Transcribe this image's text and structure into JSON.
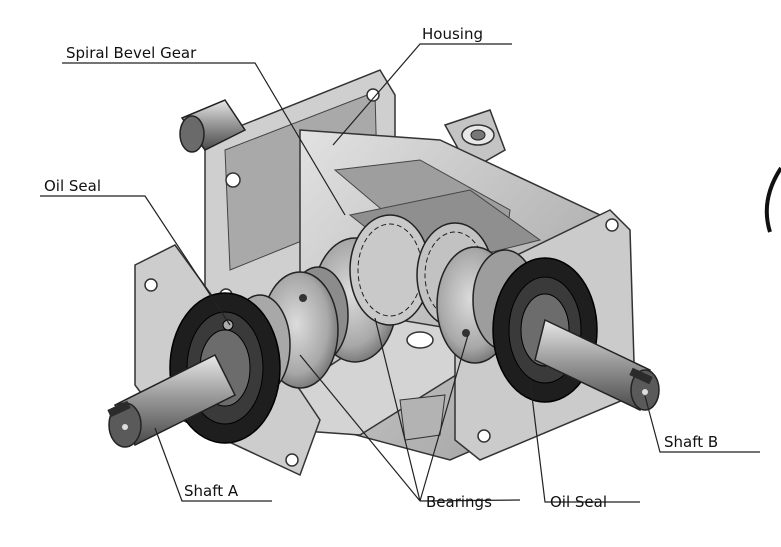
{
  "labels": {
    "spiral_bevel_gear": "Spiral Bevel Gear",
    "housing": "Housing",
    "oil_seal_left": "Oil Seal",
    "shaft_b": "Shaft B",
    "shaft_a": "Shaft A",
    "bearings": "Bearings",
    "oil_seal_right": "Oil Seal"
  },
  "colors": {
    "housing_light": "#d9d9d9",
    "housing_mid": "#b5b5b5",
    "housing_dark": "#8a8a8a",
    "metal_shadow": "#5e5e5e",
    "seal_black": "#1a1a1a",
    "leader_line": "#222222"
  }
}
